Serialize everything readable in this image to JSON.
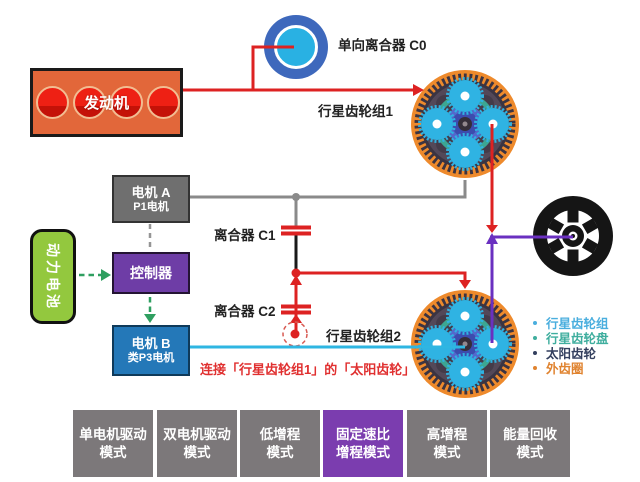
{
  "components": {
    "engine": {
      "label": "发动机"
    },
    "clutch_c0": {
      "label": "单向离合器 C0"
    },
    "planetary_gear_1": {
      "label": "行星齿轮组1"
    },
    "planetary_gear_2": {
      "label": "行星齿轮组2"
    },
    "motor_a": {
      "label": "电机 A",
      "sublabel": "P1电机"
    },
    "controller": {
      "label": "控制器"
    },
    "battery": {
      "label": "动力电池"
    },
    "motor_b": {
      "label": "电机 B",
      "sublabel": "类P3电机"
    },
    "clutch_c1": {
      "label": "离合器 C1"
    },
    "clutch_c2": {
      "label": "离合器 C2"
    },
    "wheel": {
      "name": "wheel-icon"
    }
  },
  "annotation": {
    "text": "连接「行星齿轮组1」的「太阳齿轮」",
    "color": "#e03030"
  },
  "legend": {
    "items": [
      {
        "label": "行星齿轮组",
        "color": "#4aaede"
      },
      {
        "label": "行星齿轮盘",
        "color": "#3fae9e"
      },
      {
        "label": "太阳齿轮",
        "color": "#333f5e"
      },
      {
        "label": "外齿圈",
        "color": "#e0832f"
      }
    ]
  },
  "modes": {
    "items": [
      {
        "label": "单电机驱动\n模式",
        "active": false
      },
      {
        "label": "双电机驱动\n模式",
        "active": false
      },
      {
        "label": "低增程\n模式",
        "active": false
      },
      {
        "label": "固定速比\n增程模式",
        "active": true
      },
      {
        "label": "高增程\n模式",
        "active": false
      },
      {
        "label": "能量回收\n模式",
        "active": false
      }
    ]
  },
  "colors": {
    "line_red": "#dd2222",
    "line_gray": "#8a8a8a",
    "line_black": "#1a1a1a",
    "line_purple": "#6a30c0",
    "line_cyan": "#2eb6e2",
    "line_green": "#2f9f60",
    "gear_ring_orange": "#ee8a2c",
    "gear_planet_blue": "#2fb3e3",
    "gear_carrier_teal": "#3ca693",
    "gear_sun_blue": "#5368cc",
    "mode_active": "#7b3daf",
    "mode_default": "#7c787a"
  }
}
